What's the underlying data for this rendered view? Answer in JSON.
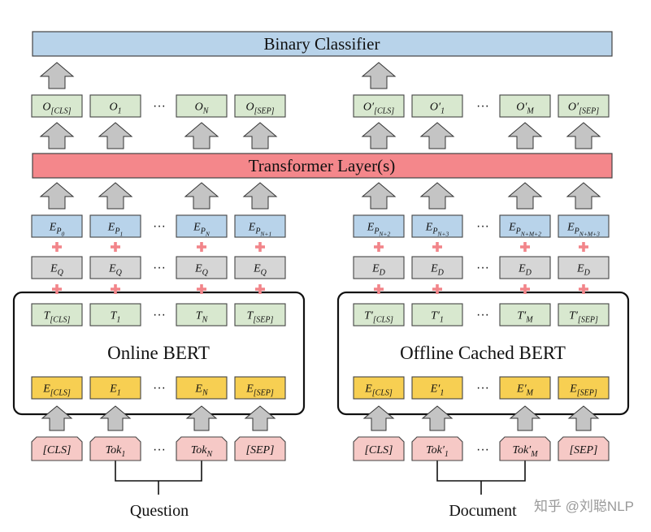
{
  "classifier_label": "Binary Classifier",
  "transformer_label": "Transformer Layer(s)",
  "online_label": "Online BERT",
  "offline_label": "Offline Cached BERT",
  "question_label": "Question",
  "document_label": "Document",
  "watermark": "知乎 @刘聪NLP",
  "ellipsis": "···",
  "left": {
    "outputs": [
      {
        "b": "O",
        "s": "[CLS]"
      },
      {
        "b": "O",
        "s": "1"
      },
      {
        "b": "O",
        "s": "N"
      },
      {
        "b": "O",
        "s": "[SEP]"
      }
    ],
    "positions": [
      {
        "b": "E",
        "s": "P",
        "ss": "0"
      },
      {
        "b": "E",
        "s": "P",
        "ss": "1"
      },
      {
        "b": "E",
        "s": "P",
        "ss": "N"
      },
      {
        "b": "E",
        "s": "P",
        "ss": "N+1"
      }
    ],
    "segments": [
      {
        "b": "E",
        "s": "Q"
      },
      {
        "b": "E",
        "s": "Q"
      },
      {
        "b": "E",
        "s": "Q"
      },
      {
        "b": "E",
        "s": "Q"
      }
    ],
    "hidden": [
      {
        "b": "T",
        "s": "[CLS]"
      },
      {
        "b": "T",
        "s": "1"
      },
      {
        "b": "T",
        "s": "N"
      },
      {
        "b": "T",
        "s": "[SEP]"
      }
    ],
    "embeddings": [
      {
        "b": "E",
        "s": "[CLS]"
      },
      {
        "b": "E",
        "s": "1"
      },
      {
        "b": "E",
        "s": "N"
      },
      {
        "b": "E",
        "s": "[SEP]"
      }
    ],
    "tokens": [
      {
        "b": "[CLS]",
        "s": ""
      },
      {
        "b": "Tok",
        "s": "1"
      },
      {
        "b": "Tok",
        "s": "N"
      },
      {
        "b": "[SEP]",
        "s": ""
      }
    ]
  },
  "right": {
    "outputs": [
      {
        "b": "O′",
        "s": "[CLS]"
      },
      {
        "b": "O′",
        "s": "1"
      },
      {
        "b": "O′",
        "s": "M"
      },
      {
        "b": "O′",
        "s": "[SEP]"
      }
    ],
    "positions": [
      {
        "b": "E",
        "s": "P",
        "ss": "N+2"
      },
      {
        "b": "E",
        "s": "P",
        "ss": "N+3"
      },
      {
        "b": "E",
        "s": "P",
        "ss": "N+M+2"
      },
      {
        "b": "E",
        "s": "P",
        "ss": "N+M+3"
      }
    ],
    "segments": [
      {
        "b": "E",
        "s": "D"
      },
      {
        "b": "E",
        "s": "D"
      },
      {
        "b": "E",
        "s": "D"
      },
      {
        "b": "E",
        "s": "D"
      }
    ],
    "hidden": [
      {
        "b": "T′",
        "s": "[CLS]"
      },
      {
        "b": "T′",
        "s": "1"
      },
      {
        "b": "T′",
        "s": "M"
      },
      {
        "b": "T′",
        "s": "[SEP]"
      }
    ],
    "embeddings": [
      {
        "b": "E",
        "s": "[CLS]"
      },
      {
        "b": "E′",
        "s": "1"
      },
      {
        "b": "E′",
        "s": "M"
      },
      {
        "b": "E",
        "s": "[SEP]"
      }
    ],
    "tokens": [
      {
        "b": "[CLS]",
        "s": ""
      },
      {
        "b": "Tok′",
        "s": "1"
      },
      {
        "b": "Tok′",
        "s": "M"
      },
      {
        "b": "[SEP]",
        "s": ""
      }
    ]
  },
  "colors": {
    "classifier_fill": "#b8d3ea",
    "transformer_fill": "#f4878b",
    "output_fill": "#d8e8cf",
    "position_fill": "#b8d3ea",
    "segment_fill": "#d6d6d6",
    "hidden_fill": "#d8e8cf",
    "embedding_fill": "#f7cf52",
    "token_fill": "#f6c9c6",
    "arrow_fill": "#c4c4c4",
    "plus_color": "#f2858a",
    "outline": "#444444"
  }
}
